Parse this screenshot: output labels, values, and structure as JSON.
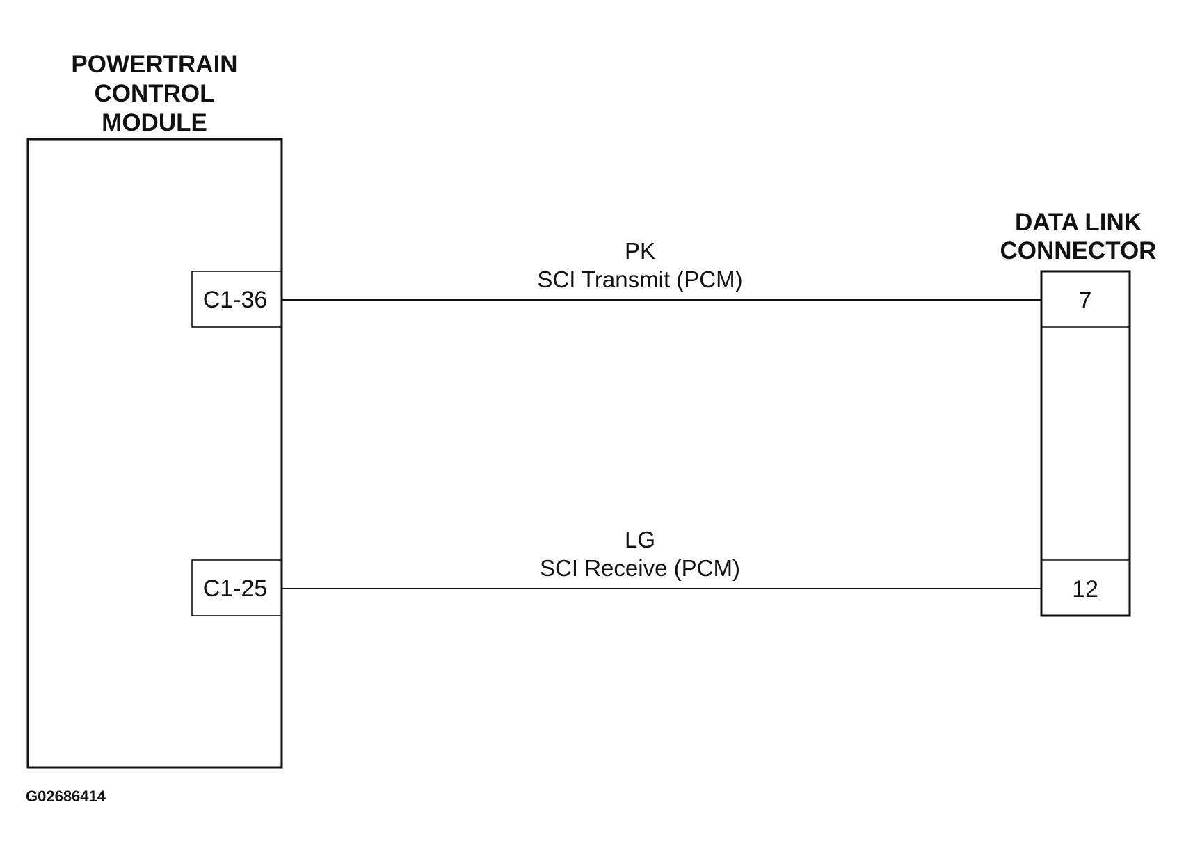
{
  "pcm": {
    "title_lines": [
      "POWERTRAIN",
      "CONTROL",
      "MODULE"
    ],
    "pins": [
      "C1-36",
      "C1-25"
    ]
  },
  "dlc": {
    "title_lines": [
      "DATA LINK",
      "CONNECTOR"
    ],
    "pins": [
      "7",
      "12"
    ]
  },
  "circuits": [
    {
      "color_code": "PK",
      "description": "SCI Transmit (PCM)"
    },
    {
      "color_code": "LG",
      "description": "SCI Receive (PCM)"
    }
  ],
  "figure_id": "G02686414"
}
